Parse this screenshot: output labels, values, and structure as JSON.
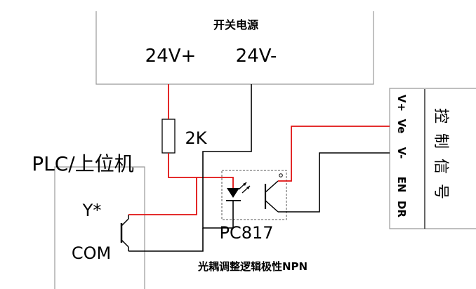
{
  "power_supply": {
    "title": "开关电源",
    "pos_label": "24V+",
    "neg_label": "24V-"
  },
  "resistor": {
    "label": "2K"
  },
  "plc": {
    "title": "PLC/上位机",
    "output_label": "Y*",
    "com_label": "COM"
  },
  "optocoupler": {
    "label": "PC817"
  },
  "control_signal": {
    "title_chars": [
      "控",
      "制",
      "信",
      "号"
    ],
    "pins": [
      "V+",
      "Ve",
      "V-",
      "EN",
      "DR"
    ]
  },
  "caption": "光耦调整逻辑极性NPN",
  "colors": {
    "wire_red": "#e01010",
    "wire_black": "#000000",
    "box_border": "#999999"
  }
}
